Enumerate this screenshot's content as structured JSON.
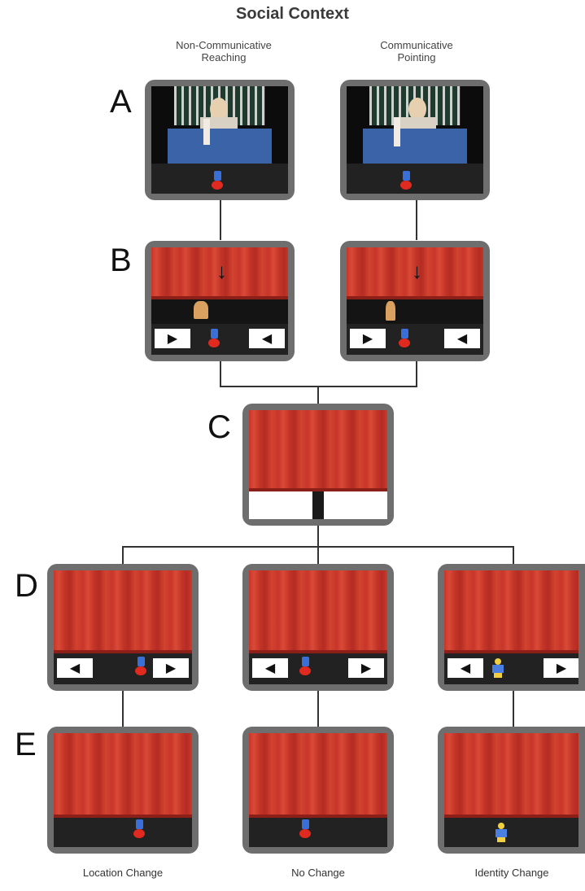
{
  "title": "Social Context",
  "columns": {
    "left_label_line1": "Non-Communicative",
    "left_label_line2": "Reaching",
    "right_label_line1": "Communicative",
    "right_label_line2": "Pointing"
  },
  "rows": [
    "A",
    "B",
    "C",
    "D",
    "E"
  ],
  "captions": {
    "location": "Location Change",
    "none": "No Change",
    "identity": "Identity Change"
  },
  "icons": {
    "door_right": "▶",
    "door_left": "◀",
    "pointer_down": "↓"
  }
}
